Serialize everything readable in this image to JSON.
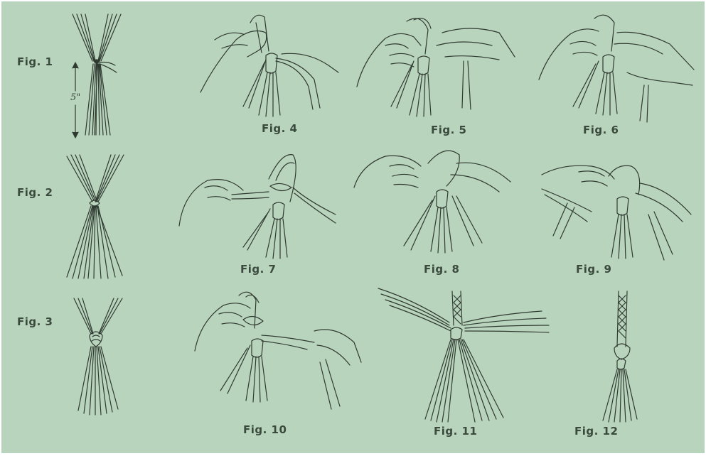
{
  "colors": {
    "background": "#b9d4bd",
    "ink": "#2f3a31",
    "label": "#3a4a3d"
  },
  "figures": {
    "fig1": "Fig. 1",
    "fig2": "Fig. 2",
    "fig3": "Fig. 3",
    "fig4": "Fig. 4",
    "fig5": "Fig. 5",
    "fig6": "Fig. 6",
    "fig7": "Fig. 7",
    "fig8": "Fig. 8",
    "fig9": "Fig. 9",
    "fig10": "Fig. 10",
    "fig11": "Fig. 11",
    "fig12": "Fig. 12"
  },
  "dimension_label": "5\""
}
